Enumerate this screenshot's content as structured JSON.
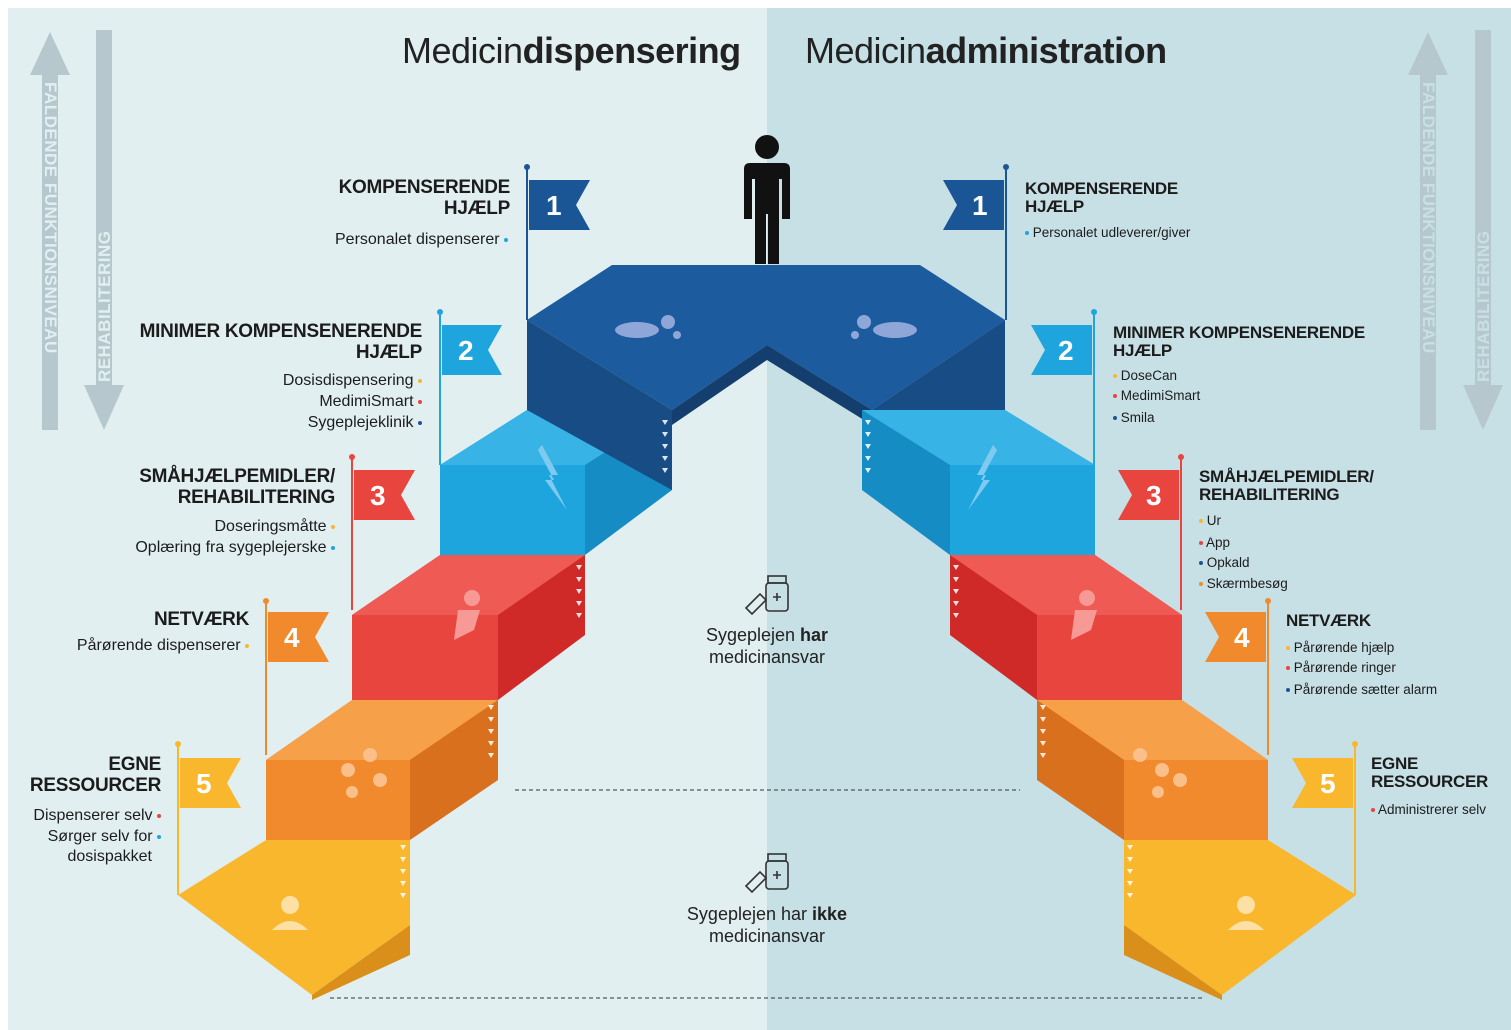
{
  "titles": {
    "left_prefix": "Medicin",
    "left_bold": "dispensering",
    "right_prefix": "Medicin",
    "right_bold": "administration"
  },
  "side_labels": {
    "decline": "FALDENDE FUNKTIONSNIVEAU",
    "rehab": "REHABILITERING"
  },
  "center": {
    "top_pre": "Sygeplejen ",
    "top_bold": "har",
    "top_line2": "medicinansvar",
    "bottom_pre": "Sygeplejen har ",
    "bottom_bold": "ikke",
    "bottom_line2": "medicinansvar"
  },
  "colors": {
    "level1": "#1a5596",
    "level2": "#1fa5de",
    "level3": "#e8453f",
    "level4": "#f08a2d",
    "level5": "#f9b72d",
    "dot_blue": "#1fa5de",
    "dot_red": "#e8453f",
    "dot_yellow": "#f9b72d",
    "dot_darkblue": "#1a5596"
  },
  "left": [
    {
      "number": "1",
      "title_l1": "KOMPENSERENDE",
      "title_l2": "HJÆLP",
      "items": [
        "Personalet dispenserer"
      ]
    },
    {
      "number": "2",
      "title_l1": "MINIMER KOMPENSENERENDE",
      "title_l2": "HJÆLP",
      "items": [
        "Dosisdispensering",
        "MedimiSmart",
        "Sygeplejeklinik"
      ]
    },
    {
      "number": "3",
      "title_l1": "SMÅHJÆLPEMIDLER/",
      "title_l2": "REHABILITERING",
      "items": [
        "Doseringsmåtte",
        "Oplæring fra sygeplejerske"
      ]
    },
    {
      "number": "4",
      "title_l1": "NETVÆRK",
      "items": [
        "Pårørende dispenserer"
      ]
    },
    {
      "number": "5",
      "title_l1": "EGNE",
      "title_l2": "RESSOURCER",
      "items": [
        "Dispenserer selv",
        "Sørger selv for",
        "dosispakket"
      ]
    }
  ],
  "right": [
    {
      "number": "1",
      "title_l1": "KOMPENSERENDE",
      "title_l2": "HJÆLP",
      "items": [
        "Personalet udleverer/giver"
      ]
    },
    {
      "number": "2",
      "title_l1": "MINIMER KOMPENSENERENDE",
      "title_l2": "HJÆLP",
      "items": [
        "DoseCan",
        "MedimiSmart",
        "Smila"
      ]
    },
    {
      "number": "3",
      "title_l1": "SMÅHJÆLPEMIDLER/",
      "title_l2": "REHABILITERING",
      "items": [
        "Ur",
        "App",
        "Opkald",
        "Skærmbesøg"
      ]
    },
    {
      "number": "4",
      "title_l1": "NETVÆRK",
      "items": [
        "Pårørende hjælp",
        "Pårørende ringer",
        "Pårørende sætter alarm"
      ]
    },
    {
      "number": "5",
      "title_l1": "EGNE",
      "title_l2": "RESSOURCER",
      "items": [
        "Administrerer selv"
      ]
    }
  ]
}
